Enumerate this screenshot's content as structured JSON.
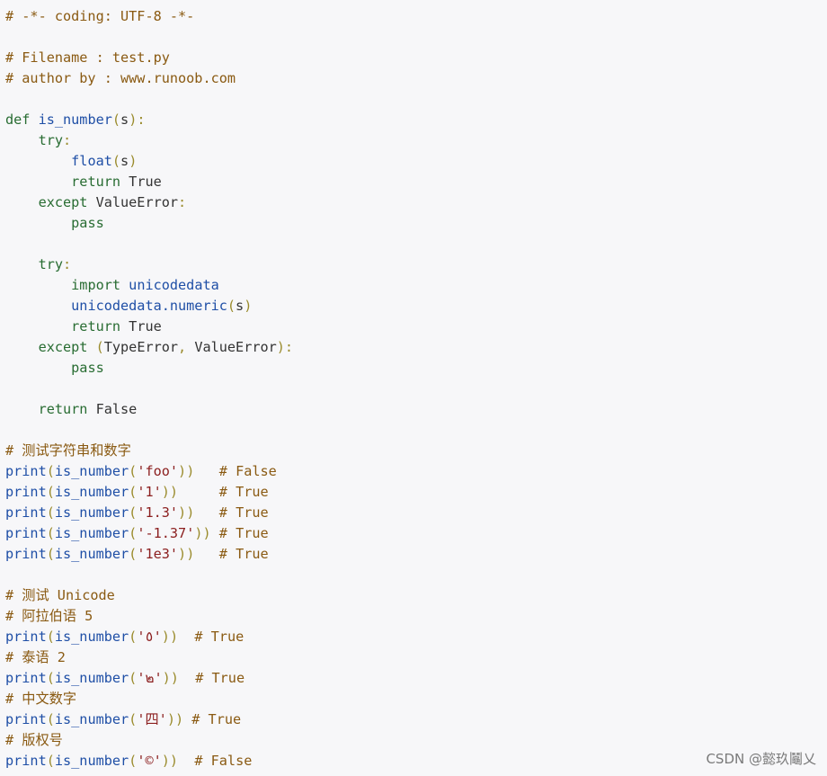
{
  "lines": [
    [
      [
        "com",
        "# -*- coding: UTF-8 -*-"
      ]
    ],
    [],
    [
      [
        "com",
        "# Filename : test.py"
      ]
    ],
    [
      [
        "com",
        "# author by : www.runoob.com"
      ]
    ],
    [],
    [
      [
        "kw",
        "def "
      ],
      [
        "fn",
        "is_number"
      ],
      [
        "pun",
        "("
      ],
      [
        "pl",
        "s"
      ],
      [
        "pun",
        "):"
      ]
    ],
    [
      [
        "pl",
        "    "
      ],
      [
        "kw",
        "try"
      ],
      [
        "pun",
        ":"
      ]
    ],
    [
      [
        "pl",
        "        "
      ],
      [
        "fn",
        "float"
      ],
      [
        "pun",
        "("
      ],
      [
        "pl",
        "s"
      ],
      [
        "pun",
        ")"
      ]
    ],
    [
      [
        "pl",
        "        "
      ],
      [
        "kw",
        "return "
      ],
      [
        "pl",
        "True"
      ]
    ],
    [
      [
        "pl",
        "    "
      ],
      [
        "kw",
        "except "
      ],
      [
        "pl",
        "ValueError"
      ],
      [
        "pun",
        ":"
      ]
    ],
    [
      [
        "pl",
        "        "
      ],
      [
        "kw",
        "pass"
      ]
    ],
    [],
    [
      [
        "pl",
        "    "
      ],
      [
        "kw",
        "try"
      ],
      [
        "pun",
        ":"
      ]
    ],
    [
      [
        "pl",
        "        "
      ],
      [
        "kw",
        "import "
      ],
      [
        "fn",
        "unicodedata"
      ]
    ],
    [
      [
        "pl",
        "        "
      ],
      [
        "fn",
        "unicodedata.numeric"
      ],
      [
        "pun",
        "("
      ],
      [
        "pl",
        "s"
      ],
      [
        "pun",
        ")"
      ]
    ],
    [
      [
        "pl",
        "        "
      ],
      [
        "kw",
        "return "
      ],
      [
        "pl",
        "True"
      ]
    ],
    [
      [
        "pl",
        "    "
      ],
      [
        "kw",
        "except "
      ],
      [
        "pun",
        "("
      ],
      [
        "pl",
        "TypeError"
      ],
      [
        "pun",
        ", "
      ],
      [
        "pl",
        "ValueError"
      ],
      [
        "pun",
        "):"
      ]
    ],
    [
      [
        "pl",
        "        "
      ],
      [
        "kw",
        "pass"
      ]
    ],
    [],
    [
      [
        "pl",
        "    "
      ],
      [
        "kw",
        "return "
      ],
      [
        "pl",
        "False"
      ]
    ],
    [],
    [
      [
        "com",
        "# 测试字符串和数字"
      ]
    ],
    [
      [
        "fn",
        "print"
      ],
      [
        "pun",
        "("
      ],
      [
        "fn",
        "is_number"
      ],
      [
        "pun",
        "("
      ],
      [
        "str",
        "'foo'"
      ],
      [
        "pun",
        "))"
      ],
      [
        "pl",
        "   "
      ],
      [
        "com",
        "# False"
      ]
    ],
    [
      [
        "fn",
        "print"
      ],
      [
        "pun",
        "("
      ],
      [
        "fn",
        "is_number"
      ],
      [
        "pun",
        "("
      ],
      [
        "str",
        "'1'"
      ],
      [
        "pun",
        "))"
      ],
      [
        "pl",
        "     "
      ],
      [
        "com",
        "# True"
      ]
    ],
    [
      [
        "fn",
        "print"
      ],
      [
        "pun",
        "("
      ],
      [
        "fn",
        "is_number"
      ],
      [
        "pun",
        "("
      ],
      [
        "str",
        "'1.3'"
      ],
      [
        "pun",
        "))"
      ],
      [
        "pl",
        "   "
      ],
      [
        "com",
        "# True"
      ]
    ],
    [
      [
        "fn",
        "print"
      ],
      [
        "pun",
        "("
      ],
      [
        "fn",
        "is_number"
      ],
      [
        "pun",
        "("
      ],
      [
        "str",
        "'-1.37'"
      ],
      [
        "pun",
        "))"
      ],
      [
        "pl",
        " "
      ],
      [
        "com",
        "# True"
      ]
    ],
    [
      [
        "fn",
        "print"
      ],
      [
        "pun",
        "("
      ],
      [
        "fn",
        "is_number"
      ],
      [
        "pun",
        "("
      ],
      [
        "str",
        "'1e3'"
      ],
      [
        "pun",
        "))"
      ],
      [
        "pl",
        "   "
      ],
      [
        "com",
        "# True"
      ]
    ],
    [],
    [
      [
        "com",
        "# 测试 Unicode"
      ]
    ],
    [
      [
        "com",
        "# 阿拉伯语 5"
      ]
    ],
    [
      [
        "fn",
        "print"
      ],
      [
        "pun",
        "("
      ],
      [
        "fn",
        "is_number"
      ],
      [
        "pun",
        "("
      ],
      [
        "str",
        "'٥'"
      ],
      [
        "pun",
        "))"
      ],
      [
        "pl",
        "  "
      ],
      [
        "com",
        "# True"
      ]
    ],
    [
      [
        "com",
        "# 泰语 2"
      ]
    ],
    [
      [
        "fn",
        "print"
      ],
      [
        "pun",
        "("
      ],
      [
        "fn",
        "is_number"
      ],
      [
        "pun",
        "("
      ],
      [
        "str",
        "'๒'"
      ],
      [
        "pun",
        "))"
      ],
      [
        "pl",
        "  "
      ],
      [
        "com",
        "# True"
      ]
    ],
    [
      [
        "com",
        "# 中文数字"
      ]
    ],
    [
      [
        "fn",
        "print"
      ],
      [
        "pun",
        "("
      ],
      [
        "fn",
        "is_number"
      ],
      [
        "pun",
        "("
      ],
      [
        "str",
        "'四'"
      ],
      [
        "pun",
        "))"
      ],
      [
        "pl",
        " "
      ],
      [
        "com",
        "# True"
      ]
    ],
    [
      [
        "com",
        "# 版权号"
      ]
    ],
    [
      [
        "fn",
        "print"
      ],
      [
        "pun",
        "("
      ],
      [
        "fn",
        "is_number"
      ],
      [
        "pun",
        "("
      ],
      [
        "str",
        "'©'"
      ],
      [
        "pun",
        "))"
      ],
      [
        "pl",
        "  "
      ],
      [
        "com",
        "# False"
      ]
    ]
  ],
  "colors": {
    "background": "#f7f7f9",
    "comment": "#8a5a12",
    "keyword": "#286c32",
    "function": "#1f4fa6",
    "string": "#8b1e1e",
    "punctuation": "#9a8b2c",
    "plain": "#333333"
  },
  "watermark": "CSDN @懿玖鬮乂"
}
